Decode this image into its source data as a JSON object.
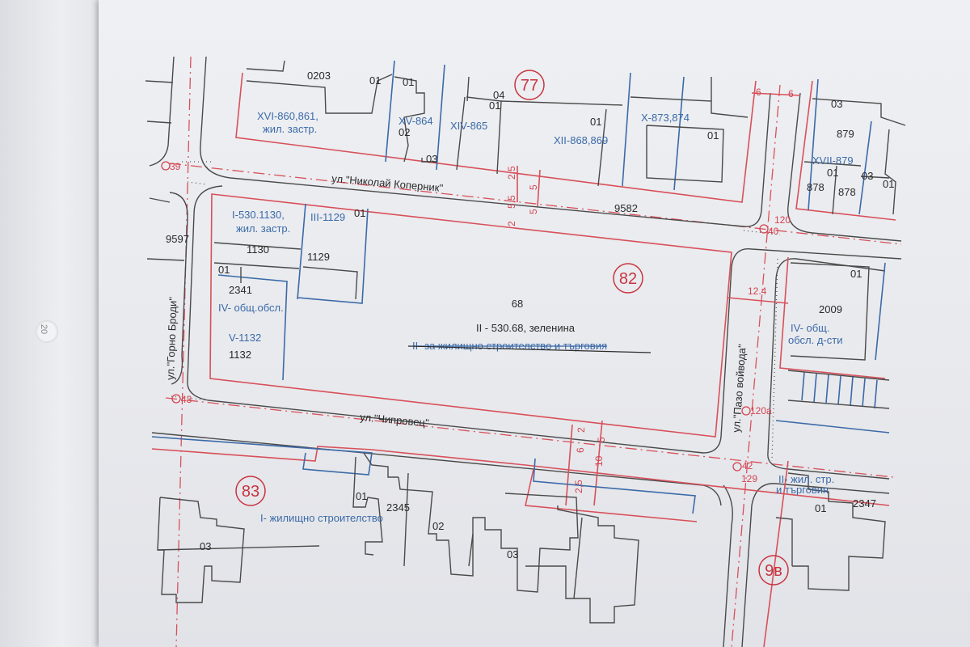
{
  "map": {
    "streets": {
      "kopernik": "ул.\"Николай Коперник\"",
      "chiprovets": "ул.\"Чипровец\"",
      "gorno_brodi": "ул.\"Горно Броди\"",
      "pazo_voivoda": "ул.\"Пазо войвода\""
    },
    "blocks": [
      "77",
      "82",
      "83",
      "9в"
    ],
    "street_ids": [
      "9597",
      "9582"
    ],
    "nodes": [
      "39",
      "40",
      "120",
      "43",
      "120а",
      "42",
      "129"
    ],
    "dimensions": [
      "6",
      "6",
      "2,5",
      "5,5",
      "2",
      "5",
      "5",
      "12.4",
      "2",
      "6",
      "2,5",
      "5",
      "10"
    ],
    "lots_north": {
      "xvi": "XVI-860,861,",
      "xvi_use": "жил. застр.",
      "xv": "XV-864",
      "xiv": "XIV-865",
      "xii": "XII-868,869",
      "x": "X-873,874",
      "xvii": "XVII-879",
      "nums": [
        "0203",
        "01",
        "01",
        "04",
        "01",
        "02",
        "03",
        "01",
        "01",
        "03",
        "879",
        "01",
        "878",
        "878",
        "03",
        "01"
      ]
    },
    "lots_block82": {
      "i": "I-530.1130,",
      "i_use": "жил. застр.",
      "iii": "III-1129",
      "n1130": "1130",
      "n1129": "1129",
      "n01": "01",
      "n01b": "01",
      "n2341": "2341",
      "iv": "IV- общ.обсл.",
      "v": "V-1132",
      "n1132": "1132",
      "n68": "68",
      "ii": "II - 530.68, зеленина",
      "struck": "II-   за жилищно строителство и търговия"
    },
    "lots_east": {
      "n01": "01",
      "n2009": "2009",
      "iv1": "IV- общ.",
      "iv2": "обсл. д-сти",
      "ii1": "II- жил. стр.",
      "ii2": "и търговия",
      "n01b": "01",
      "n2347": "2347"
    },
    "lots_south": {
      "use": "I-  жилищно строителство",
      "n01": "01",
      "n2345": "2345",
      "n02": "02",
      "n03a": "03",
      "n03b": "03"
    },
    "hole_text": "20"
  }
}
